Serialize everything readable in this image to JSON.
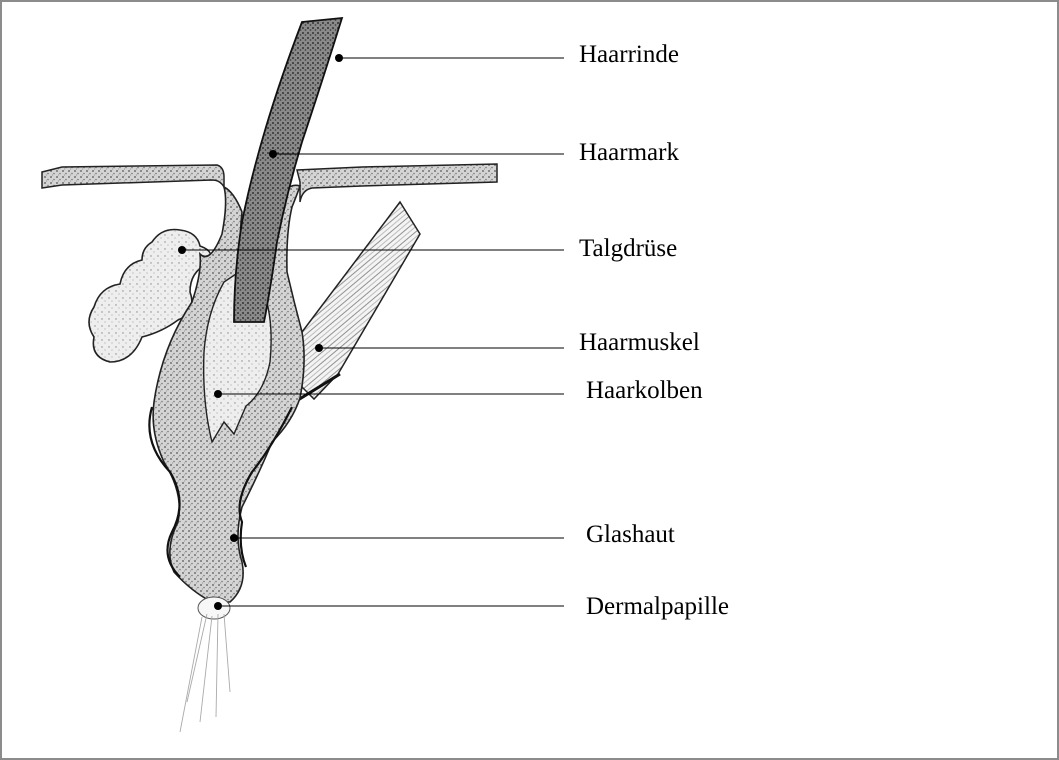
{
  "labels": {
    "haarrinde": "Haarrinde",
    "haarmark": "Haarmark",
    "talgdruese": "Talgdrüse",
    "haarmuskel": "Haarmuskel",
    "haarkolben": "Haarkolben",
    "glashaut": "Glashaut",
    "dermalpapille": "Dermalpapille"
  }
}
